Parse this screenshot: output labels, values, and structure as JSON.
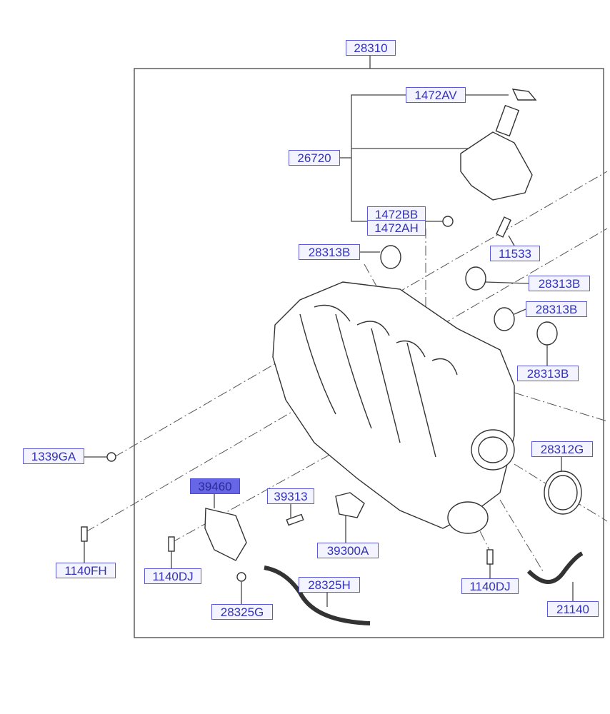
{
  "diagram": {
    "title_part": "28310",
    "labels": [
      {
        "id": "28310",
        "highlighted": false
      },
      {
        "id": "1472AV",
        "highlighted": false
      },
      {
        "id": "26720",
        "highlighted": false
      },
      {
        "id": "1472BB",
        "highlighted": false
      },
      {
        "id": "1472AH",
        "highlighted": false
      },
      {
        "id": "28313B",
        "highlighted": false
      },
      {
        "id": "11533",
        "highlighted": false
      },
      {
        "id": "28313B",
        "highlighted": false
      },
      {
        "id": "28313B",
        "highlighted": false
      },
      {
        "id": "28313B",
        "highlighted": false
      },
      {
        "id": "28312G",
        "highlighted": false
      },
      {
        "id": "1339GA",
        "highlighted": false
      },
      {
        "id": "39460",
        "highlighted": true
      },
      {
        "id": "39313",
        "highlighted": false
      },
      {
        "id": "39300A",
        "highlighted": false
      },
      {
        "id": "1140FH",
        "highlighted": false
      },
      {
        "id": "1140DJ",
        "highlighted": false
      },
      {
        "id": "28325H",
        "highlighted": false
      },
      {
        "id": "1140DJ",
        "highlighted": false
      },
      {
        "id": "28325G",
        "highlighted": false
      },
      {
        "id": "21140",
        "highlighted": false
      }
    ],
    "colors": {
      "label_border": "#5a5ad8",
      "label_fill": "#f3f4ff",
      "label_text": "#3434b4",
      "highlight_fill": "#6666e6"
    }
  }
}
